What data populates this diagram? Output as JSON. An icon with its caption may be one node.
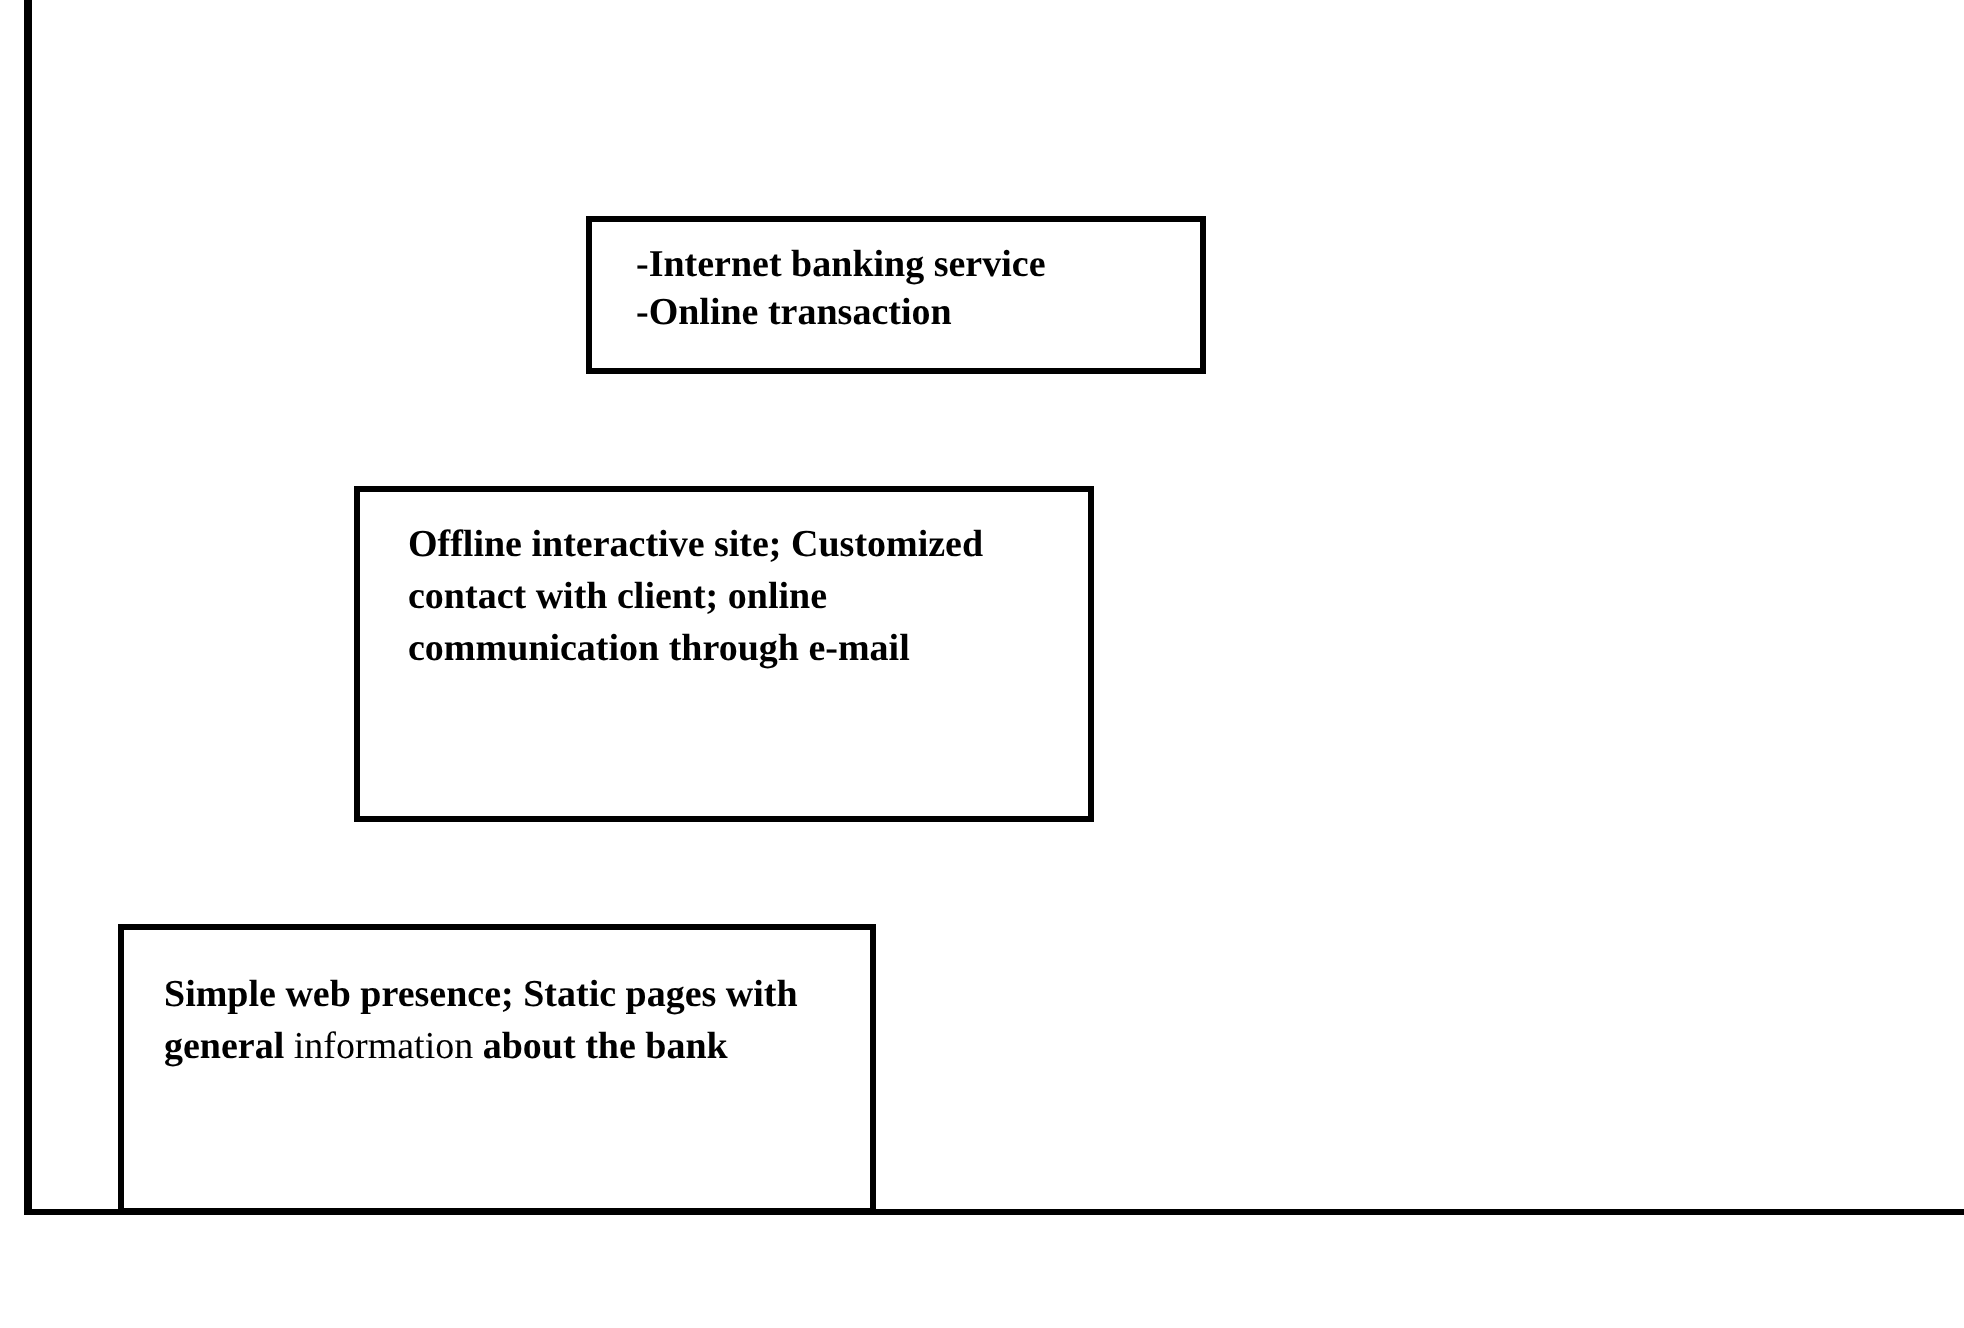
{
  "diagram": {
    "nodes": [
      {
        "text": [
          "-Internet banking service",
          "-Online transaction"
        ]
      },
      {
        "text": [
          "**Offline interactive site; Customized contact with client; online communication through e-mail**"
        ]
      },
      {
        "text": [
          "**Simple web presence; Static pages with general** information **about the bank**"
        ]
      }
    ]
  }
}
